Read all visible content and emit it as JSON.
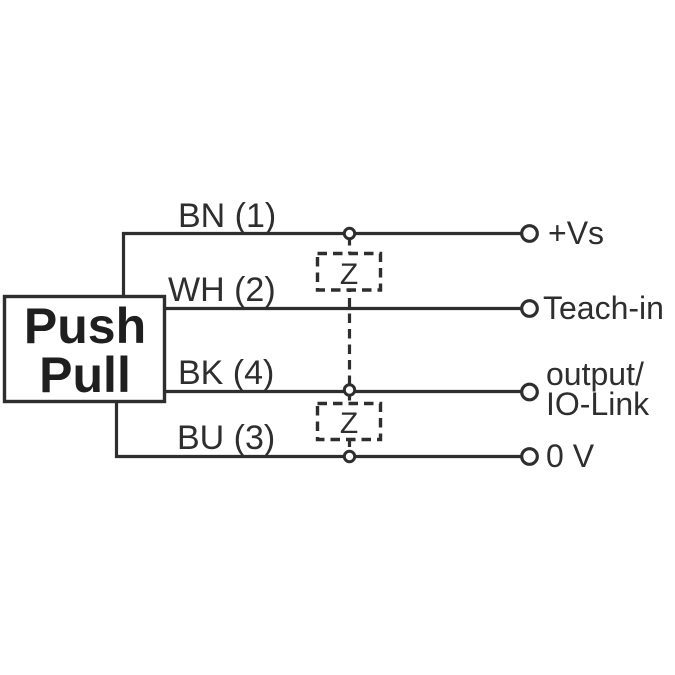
{
  "diagram": {
    "type": "sensor-wiring-diagram",
    "colors": {
      "stroke": "#2e2e2e",
      "text": "#2e2e2e",
      "background": "#ffffff"
    },
    "block": {
      "line1": "Push",
      "line2": "Pull"
    },
    "wires": [
      {
        "code": "BN",
        "pin": "1",
        "label": "BN (1)",
        "terminal": "+Vs"
      },
      {
        "code": "WH",
        "pin": "2",
        "label": "WH (2)",
        "terminal": "Teach-in"
      },
      {
        "code": "BK",
        "pin": "4",
        "label": "BK (4)",
        "terminal_lines": [
          "output/",
          "IO-Link"
        ]
      },
      {
        "code": "BU",
        "pin": "3",
        "label": "BU (3)",
        "terminal": "0 V"
      }
    ],
    "impedance": {
      "symbol": "Z",
      "count": 2
    }
  }
}
